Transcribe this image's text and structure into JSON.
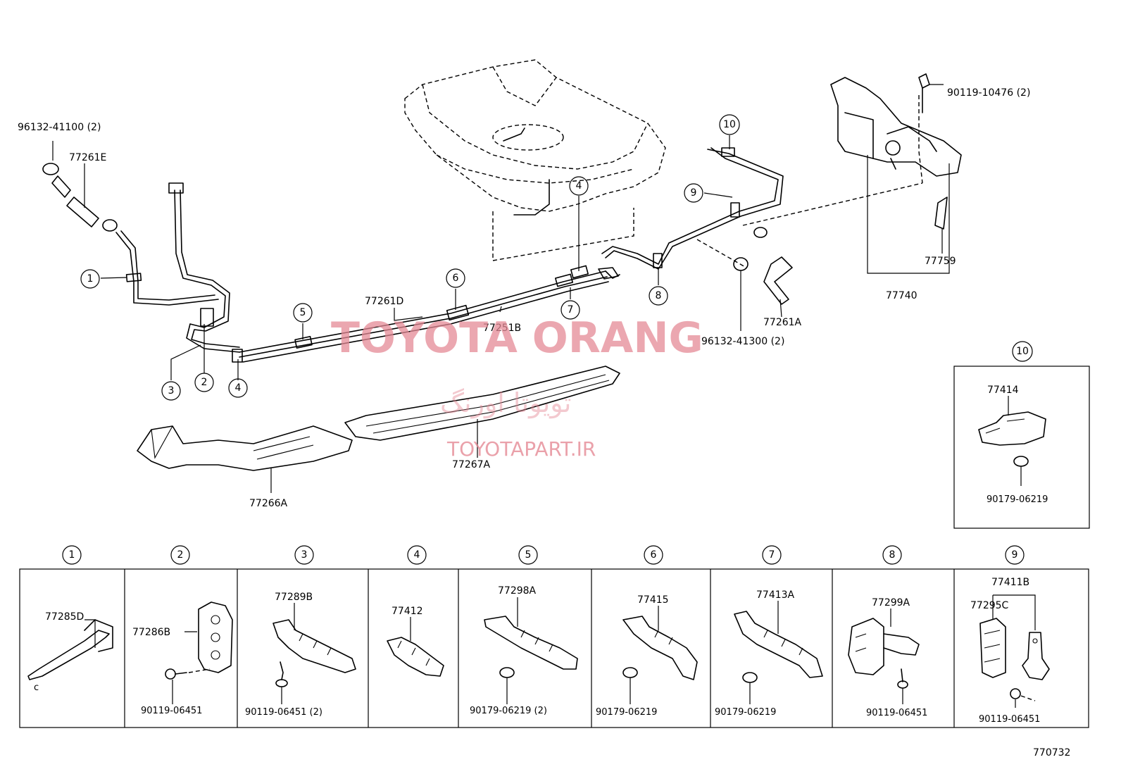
{
  "watermark": {
    "brand": "TOYOTA ORANG",
    "persian": "تویوتا اورنگ",
    "site": "TOYOTAPART.IR"
  },
  "diagram_id": "770732",
  "main_labels": {
    "clamp_top": "96132-41100 (2)",
    "hose_e": "77261E",
    "tube_d": "77261D",
    "tube_b": "77251B",
    "hose_a": "77261A",
    "clamp_mid": "96132-41300 (2)",
    "bolt_top": "90119-10476 (2)",
    "bracket_77759": "77759",
    "canister": "77740",
    "protector_a": "77266A",
    "protector_b": "77267A"
  },
  "callouts": [
    "1",
    "2",
    "3",
    "4",
    "5",
    "6",
    "7",
    "8",
    "9",
    "10"
  ],
  "inset10": {
    "num": "10",
    "part": "77414",
    "fastener": "90179-06219"
  },
  "detail_panels": [
    {
      "num": "1",
      "part": "77285D",
      "fastener": ""
    },
    {
      "num": "2",
      "part": "77286B",
      "fastener": "90119-06451"
    },
    {
      "num": "3",
      "part": "77289B",
      "fastener": "90119-06451 (2)"
    },
    {
      "num": "4",
      "part": "77412",
      "fastener": ""
    },
    {
      "num": "5",
      "part": "77298A",
      "fastener": "90179-06219 (2)"
    },
    {
      "num": "6",
      "part": "77415",
      "fastener": "90179-06219"
    },
    {
      "num": "7",
      "part": "77413A",
      "fastener": "90179-06219"
    },
    {
      "num": "8",
      "part": "77299A",
      "fastener": "90119-06451"
    },
    {
      "num": "9",
      "part": "77411B",
      "part2": "77295C",
      "fastener": "90119-06451"
    }
  ]
}
